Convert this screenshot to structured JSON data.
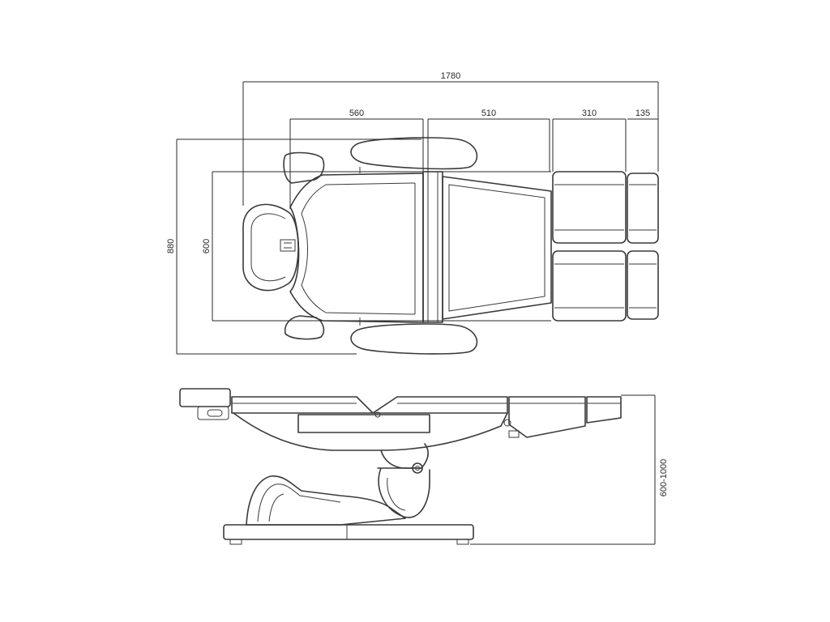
{
  "dimensions": {
    "total_length": "1780",
    "backrest_length": "560",
    "seat_length": "510",
    "leg_section_length": "310",
    "foot_section_length": "135",
    "overall_width": "880",
    "body_width": "600",
    "height_range": "600-1000"
  },
  "colors": {
    "line": "#3a3a3a",
    "background": "#ffffff"
  }
}
